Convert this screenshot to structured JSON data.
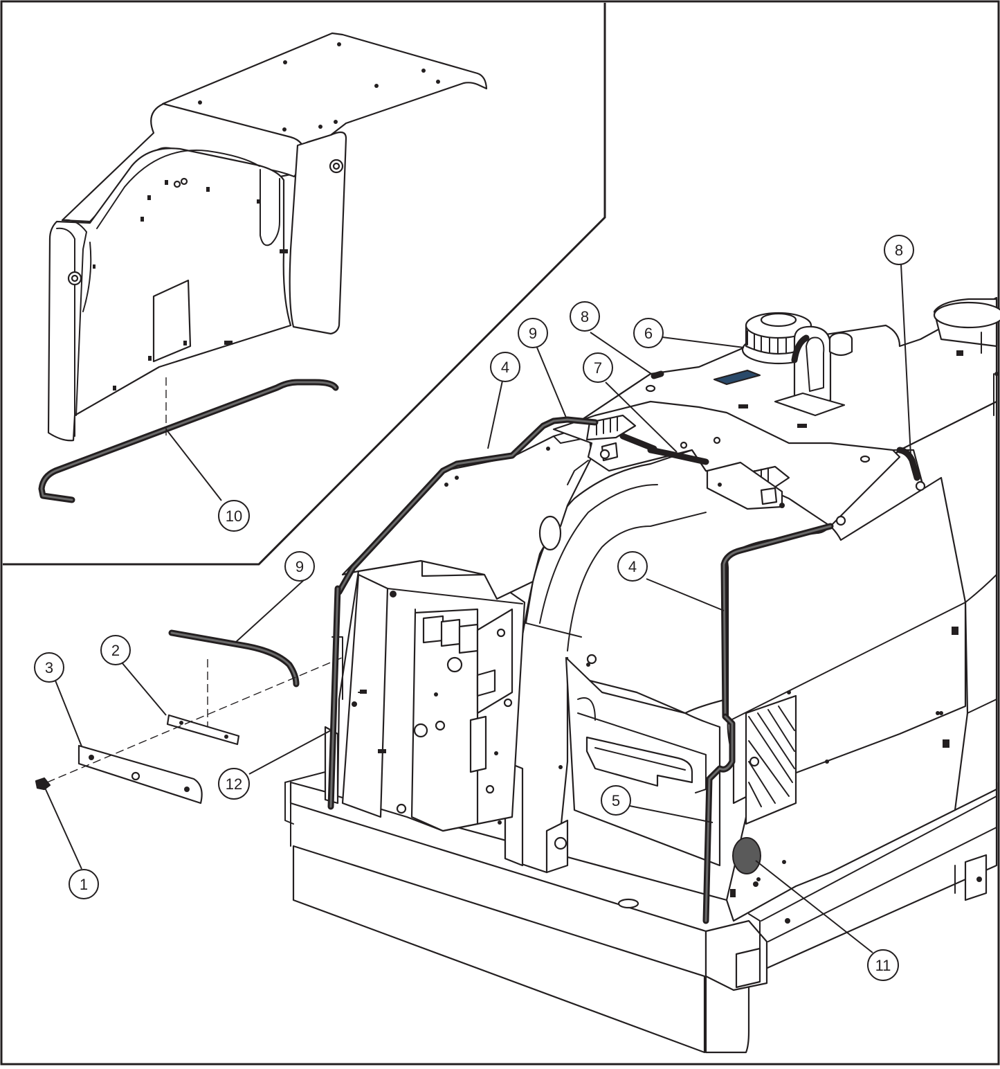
{
  "callouts": [
    {
      "id": "callout-1",
      "label": "1"
    },
    {
      "id": "callout-2",
      "label": "2"
    },
    {
      "id": "callout-3",
      "label": "3"
    },
    {
      "id": "callout-4a",
      "label": "4"
    },
    {
      "id": "callout-4b",
      "label": "4"
    },
    {
      "id": "callout-5",
      "label": "5"
    },
    {
      "id": "callout-6",
      "label": "6"
    },
    {
      "id": "callout-7",
      "label": "7"
    },
    {
      "id": "callout-8a",
      "label": "8"
    },
    {
      "id": "callout-8b",
      "label": "8"
    },
    {
      "id": "callout-9a",
      "label": "9"
    },
    {
      "id": "callout-9b",
      "label": "9"
    },
    {
      "id": "callout-10",
      "label": "10"
    },
    {
      "id": "callout-11",
      "label": "11"
    },
    {
      "id": "callout-12",
      "label": "12"
    }
  ],
  "colors": {
    "line": "#231f20",
    "background": "#ffffff"
  }
}
